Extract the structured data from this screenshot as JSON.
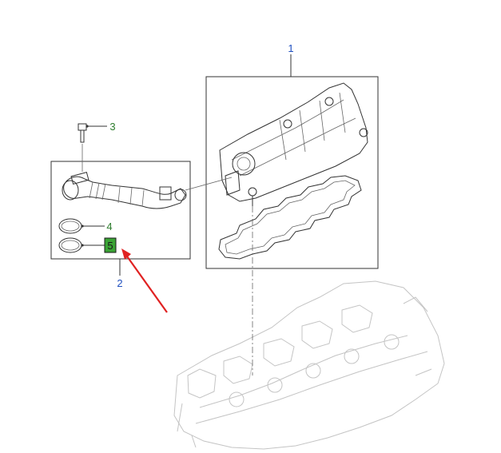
{
  "callouts": {
    "c1": {
      "label": "1",
      "color": "#1f4fbf"
    },
    "c2": {
      "label": "2",
      "color": "#1f4fbf"
    },
    "c3": {
      "label": "3",
      "color": "#2e7d2e"
    },
    "c4": {
      "label": "4",
      "color": "#2e7d2e"
    },
    "c5": {
      "label": "5",
      "color": "#1a1a1a",
      "highlight": "#3aa335"
    }
  },
  "arrow_color": "#e02222",
  "icons": [
    "valve-cover-icon",
    "breather-hose-icon",
    "gasket-icon",
    "o-ring-icon",
    "bolt-icon",
    "cylinder-head-icon"
  ]
}
